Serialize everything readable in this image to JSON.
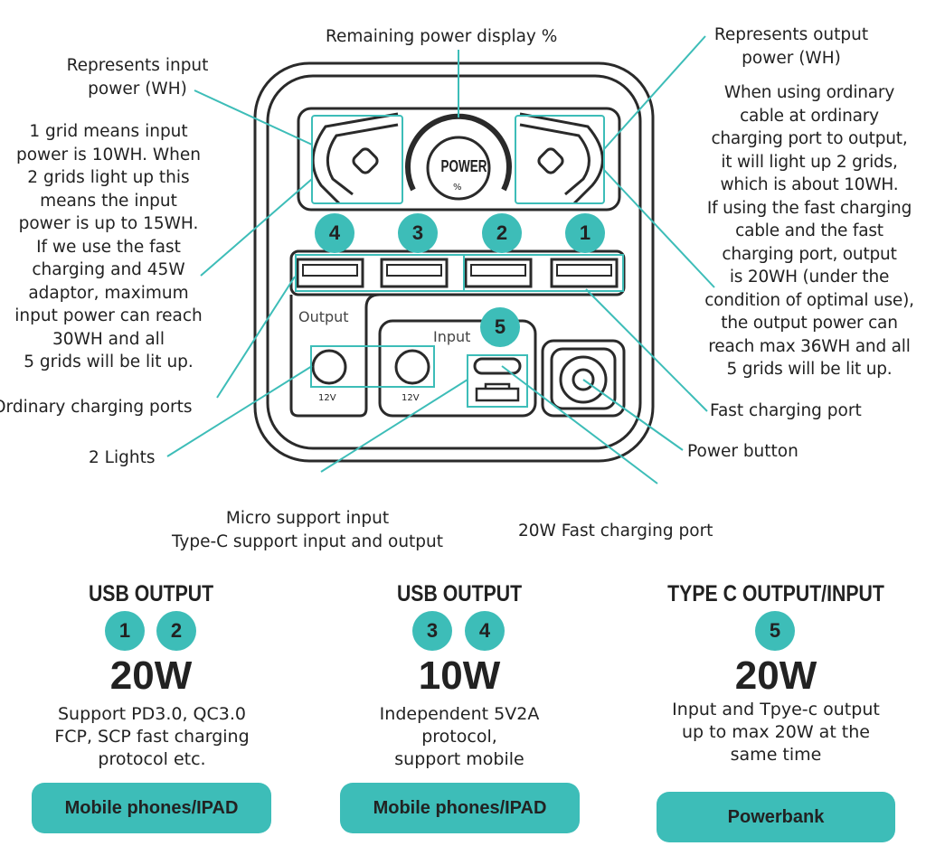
{
  "callouts": {
    "remaining_power": "Remaining power display %",
    "input_power": [
      "Represents input",
      "power (WH)"
    ],
    "input_desc": [
      "1 grid means input",
      "power is 10WH. When",
      "2 grids light up this",
      "means the input",
      "power is up to 15WH.",
      "If we use the fast",
      "charging and 45W",
      "adaptor, maximum",
      "input power can reach",
      "30WH and all",
      "5 grids will be lit up."
    ],
    "ordinary_ports": "Ordinary charging ports",
    "lights": "2 Lights",
    "output_power": [
      "Represents output",
      "power (WH)"
    ],
    "output_desc": [
      "When using ordinary",
      "cable at ordinary",
      "charging port to output,",
      "it will light up 2 grids,",
      "which is about 10WH.",
      "If using the fast charging",
      "cable and the fast",
      "charging port, output",
      "is 20WH (under the",
      "condition of optimal use),",
      "the output power can",
      "reach max 36WH and all",
      "5 grids will be lit up."
    ],
    "fast_port": "Fast charging port",
    "power_button": "Power button",
    "micro_typec": [
      "Micro support input",
      "Type-C support input and output"
    ],
    "fast_20w": "20W Fast charging port"
  },
  "device": {
    "output_label": "Output",
    "input_label": "Input",
    "dc_label": "12V",
    "power_text": "POWER",
    "percent": "%",
    "port_numbers": [
      "4",
      "3",
      "2",
      "1"
    ],
    "typec_number": "5"
  },
  "cards": [
    {
      "title": "USB OUTPUT",
      "badges": [
        "1",
        "2"
      ],
      "watt": "20W",
      "desc": [
        "Support PD3.0, QC3.0",
        "FCP, SCP fast charging",
        "protocol etc."
      ],
      "button": "Mobile phones/IPAD"
    },
    {
      "title": "USB OUTPUT",
      "badges": [
        "3",
        "4"
      ],
      "watt": "10W",
      "desc": [
        "Independent 5V2A",
        "protocol,",
        "support mobile"
      ],
      "button": "Mobile phones/IPAD"
    },
    {
      "title": "TYPE C OUTPUT/INPUT",
      "badges": [
        "5"
      ],
      "watt": "20W",
      "desc": [
        "Input and Tpye-c output",
        "up to max 20W at the",
        "same time"
      ],
      "button": "Powerbank"
    }
  ],
  "colors": {
    "accent": "#3dbdb8",
    "line": "#222222"
  }
}
